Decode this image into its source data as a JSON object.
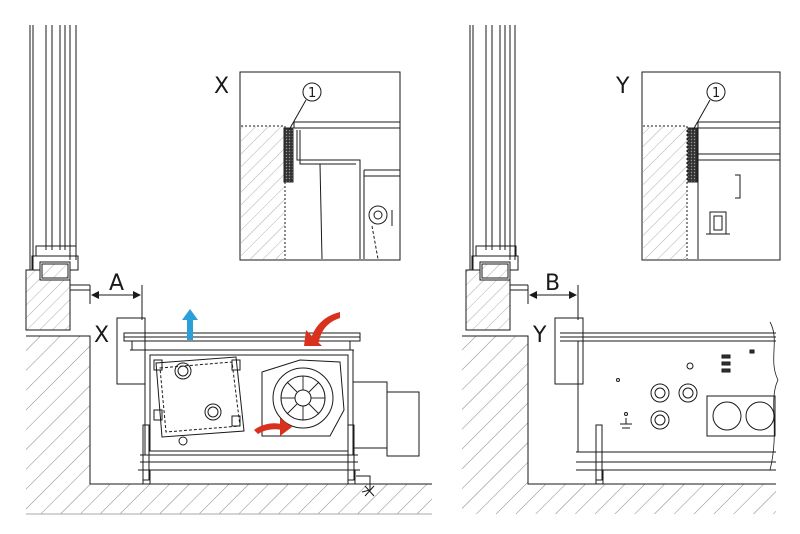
{
  "left_panel": {
    "detail_label": "X",
    "callout_number": "1",
    "dimension_label": "A",
    "marker_label": "X"
  },
  "right_panel": {
    "detail_label": "Y",
    "callout_number": "1",
    "dimension_label": "B",
    "marker_label": "Y"
  },
  "colors": {
    "line": "#1a1a1a",
    "hatch": "#555555",
    "airflow_blue": "#2b9fd8",
    "airflow_red": "#d8321f",
    "seal": "#333333"
  }
}
